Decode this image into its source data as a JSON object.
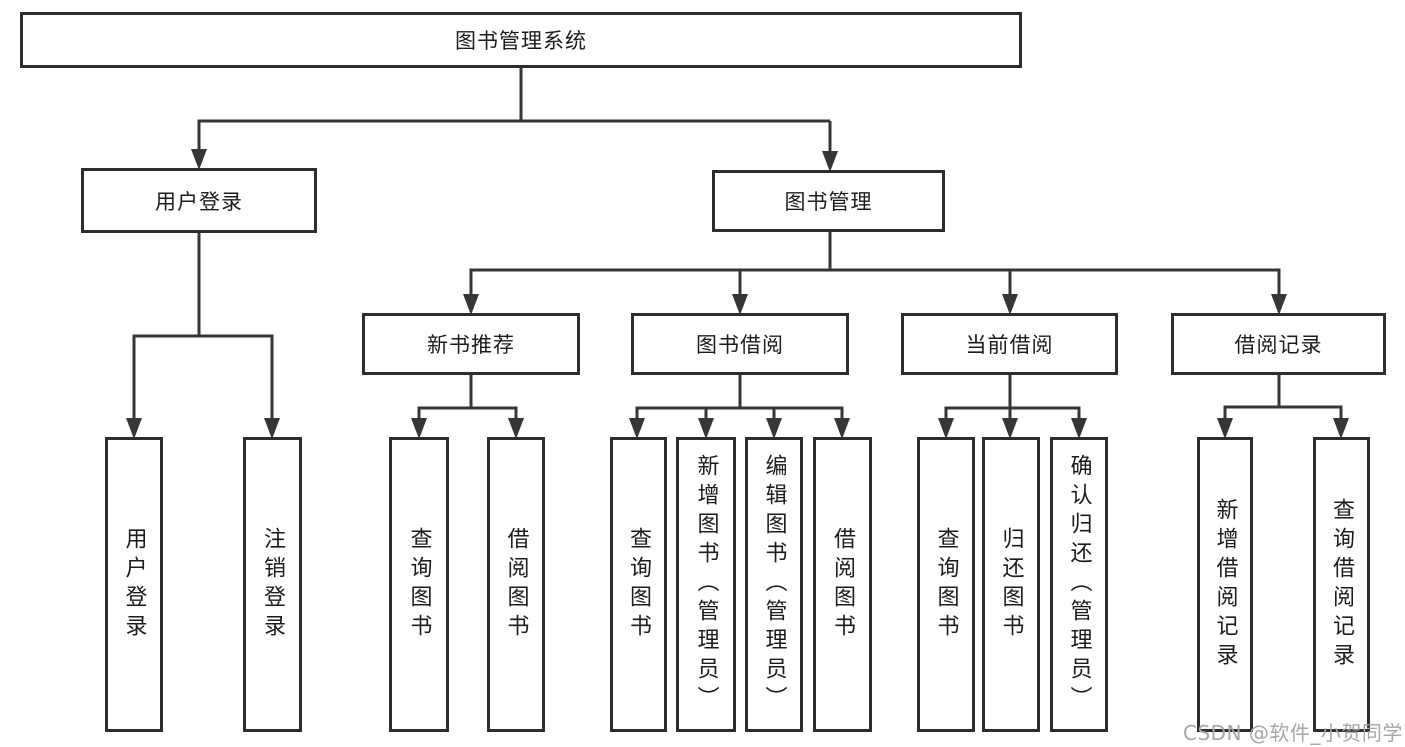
{
  "root": {
    "label": "图书管理系统"
  },
  "branches": {
    "user_login": {
      "label": "用户登录",
      "children": [
        "用户登录",
        "注销登录"
      ]
    },
    "book_mgmt": {
      "label": "图书管理",
      "modules": [
        {
          "label": "新书推荐",
          "children": [
            "查询图书",
            "借阅图书"
          ]
        },
        {
          "label": "图书借阅",
          "children": [
            "查询图书",
            "新增图书（管理员）",
            "编辑图书（管理员）",
            "借阅图书"
          ]
        },
        {
          "label": "当前借阅",
          "children": [
            "查询图书",
            "归还图书",
            "确认归还（管理员）"
          ]
        },
        {
          "label": "借阅记录",
          "children": [
            "新增借阅记录",
            "查询借阅记录"
          ]
        }
      ]
    }
  },
  "watermark": {
    "text": "CSDN @软件_小贺同学"
  },
  "colors": {
    "line": "#363636",
    "box_border": "#2d2d2d",
    "text": "#1c1c1c",
    "watermark": "#a6a6ab",
    "background": "#ffffff"
  }
}
